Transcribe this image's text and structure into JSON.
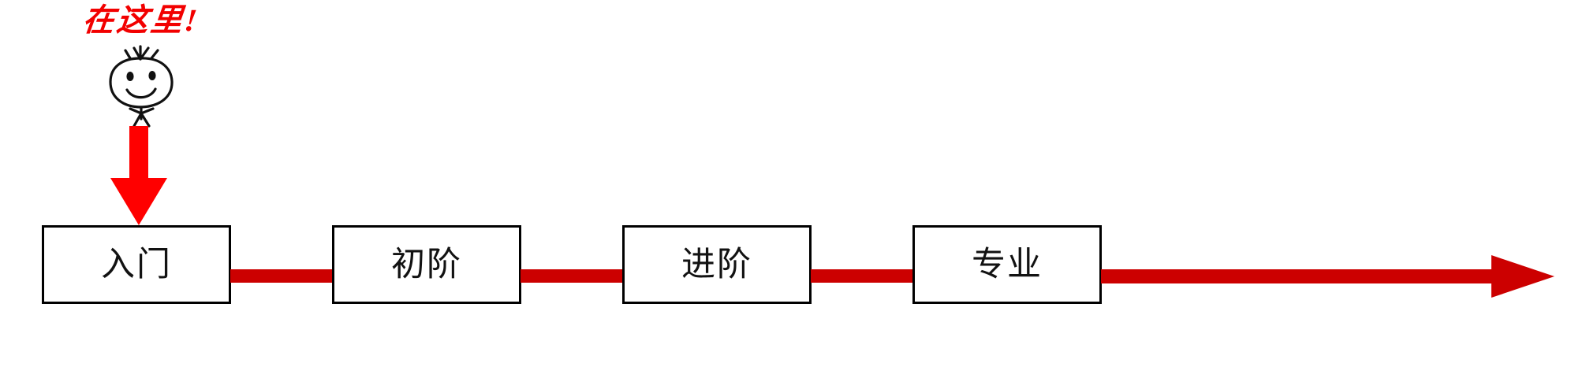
{
  "diagram": {
    "type": "flow",
    "title": "",
    "annotation": {
      "text": "在这里!",
      "color": "#f20000",
      "points_to": "入门",
      "icon": "stick-figure-doodle"
    },
    "arrow_down": {
      "color": "#ff0000",
      "direction": "down",
      "target_stage": "入门"
    },
    "stages": [
      {
        "label": "入门"
      },
      {
        "label": "初阶"
      },
      {
        "label": "进阶"
      },
      {
        "label": "专业"
      }
    ],
    "connector": {
      "color": "#cc0000",
      "count": 3
    },
    "end_arrow": {
      "color": "#cc0000",
      "direction": "right"
    },
    "box_style": {
      "border_color": "#000000",
      "fill": "#ffffff"
    },
    "background": "#ffffff"
  }
}
